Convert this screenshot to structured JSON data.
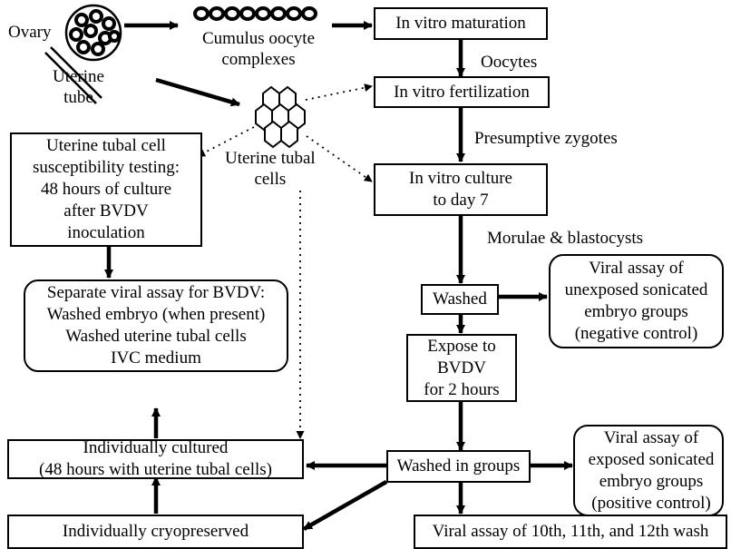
{
  "labels": {
    "ovary": "Ovary",
    "uterine_tube": [
      "Uterine",
      "tube"
    ],
    "coc": [
      "Cumulus oocyte",
      "complexes"
    ],
    "utc": [
      "Uterine tubal",
      "cells"
    ],
    "oocytes": "Oocytes",
    "zygotes": "Presumptive zygotes",
    "morulae": "Morulae & blastocysts"
  },
  "boxes": {
    "ivm": [
      "In vitro maturation"
    ],
    "ivf": [
      "In vitro fertilization"
    ],
    "ivc": [
      "In vitro culture",
      "to day 7"
    ],
    "susceptibility": [
      "Uterine tubal cell",
      "susceptibility testing:",
      "48 hours of culture",
      "after BVDV",
      "inoculation"
    ],
    "separate_assay": [
      "Separate viral assay for BVDV:",
      "Washed embryo (when present)",
      "Washed uterine tubal cells",
      "IVC medium"
    ],
    "washed": [
      "Washed"
    ],
    "neg_control": [
      "Viral assay of",
      "unexposed sonicated",
      "embryo groups",
      "(negative control)"
    ],
    "expose": [
      "Expose to",
      "BVDV",
      "for 2 hours"
    ],
    "pos_control": [
      "Viral assay of",
      "exposed sonicated",
      "embryo groups",
      "(positive control)"
    ],
    "individually_cultured": [
      "Individually cultured",
      "(48 hours with uterine tubal cells)"
    ],
    "washed_groups": [
      "Washed in groups"
    ],
    "cryopreserved": [
      "Individually cryopreserved"
    ],
    "wash_assay": [
      "Viral assay of 10th, 11th, and 12th wash"
    ]
  }
}
